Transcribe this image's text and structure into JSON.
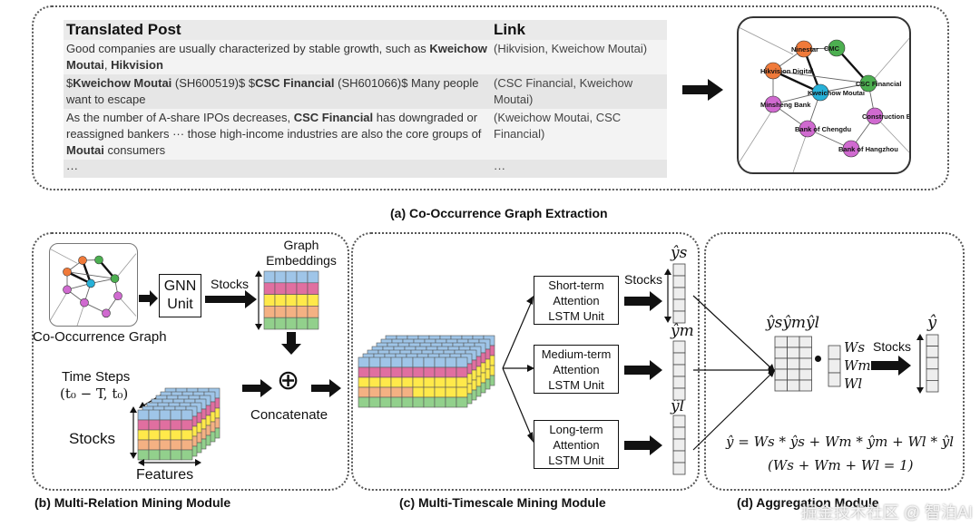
{
  "panel_a": {
    "table": {
      "header_post": "Translated Post",
      "header_link": "Link",
      "rows": [
        {
          "post_html": "Good companies are usually characterized by stable growth, such as <b>Kweichow Moutai</b>, <b>Hikvision</b>",
          "link": "(Hikvision, Kweichow Moutai)"
        },
        {
          "post_html": "$<b>Kweichow Moutai</b> (SH600519)$ $<b>CSC Financial</b> (SH601066)$ Many people want to escape",
          "link": "(CSC Financial, Kweichow Moutai)"
        },
        {
          "post_html": "As the number of A-share IPOs decreases, <b>CSC Financial</b> has downgraded or reassigned bankers ··· those high-income industries are also the core groups of <b>Moutai</b> consumers",
          "link": "(Kweichow Moutai, CSC Financial)"
        },
        {
          "post_html": "···",
          "link": "···"
        }
      ]
    },
    "graph_nodes": [
      {
        "label": "Ninestar",
        "color": "#f07a3a"
      },
      {
        "label": "CMC",
        "color": "#4caf50"
      },
      {
        "label": "Hikvision Digital",
        "color": "#f07a3a"
      },
      {
        "label": "CSC Financial",
        "color": "#4caf50"
      },
      {
        "label": "Kweichow Moutai",
        "color": "#27b1d8"
      },
      {
        "label": "Minsheng Bank",
        "color": "#d06ad0"
      },
      {
        "label": "Construction Bank",
        "color": "#d06ad0"
      },
      {
        "label": "Bank of Chengdu",
        "color": "#d06ad0"
      },
      {
        "label": "Bank of Hangzhou",
        "color": "#d06ad0"
      }
    ],
    "caption": "(a) Co-Occurrence Graph Extraction"
  },
  "panel_b": {
    "graph_label": "Co-Occurrence Graph",
    "gnn_unit": "GNN Unit",
    "stocks_label": "Stocks",
    "graph_embeddings_label": "Graph Embeddings",
    "time_steps_label": "Time Steps",
    "time_steps_range": "(t₀ − T, t₀)",
    "stocks_side_label": "Stocks",
    "features_label": "Features",
    "concat_symbol": "⊕",
    "concatenate_label": "Concatenate",
    "caption": "(b) Multi-Relation Mining Module"
  },
  "panel_c": {
    "units": [
      "Short-term Attention LSTM Unit",
      "Medium-term Attention LSTM Unit",
      "Long-term Attention LSTM Unit"
    ],
    "stocks_label": "Stocks",
    "outputs": [
      "ŷs",
      "ŷm",
      "ŷl"
    ],
    "caption": "(c) Multi-Timescale Mining Module"
  },
  "panel_d": {
    "matrix_label": "ŷsŷmŷl",
    "weights": [
      "Ws",
      "Wm",
      "Wl"
    ],
    "stocks_label": "Stocks",
    "output_label": "ŷ",
    "formula": "ŷ = Ws * ŷs + Wm * ŷm + Wl * ŷl",
    "constraint": "(Ws + Wm + Wl = 1)",
    "caption": "(d) Aggregation Module"
  },
  "colors": {
    "blue": "#9fc5e8",
    "pink": "#e06fa0",
    "yellow": "#ffe94a",
    "orange": "#f4b183",
    "green": "#92d08c"
  },
  "watermark": "掘金技术社区 @ 智泊AI"
}
